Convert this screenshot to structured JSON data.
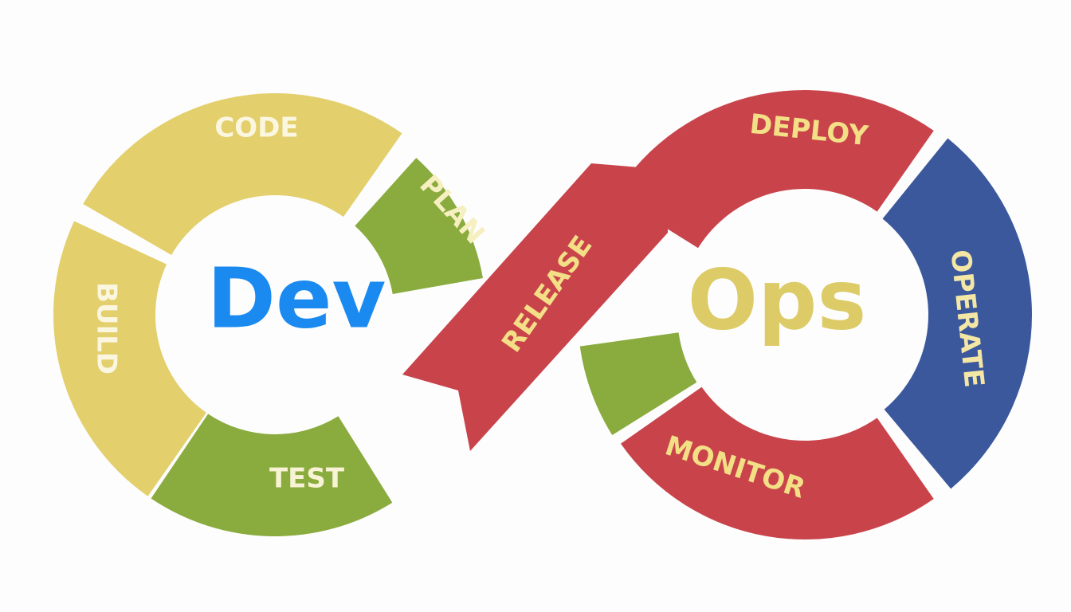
{
  "center_left": {
    "text": "Dev",
    "color": "#1a8af0"
  },
  "center_right": {
    "text": "Ops",
    "color": "#dccb66"
  },
  "segments": {
    "code": {
      "label": "CODE",
      "color": "#e3cf6c",
      "text_color": "#fbf6e0"
    },
    "plan": {
      "label": "PLAN",
      "color": "#8aab3e",
      "text_color": "#f6efc0"
    },
    "build": {
      "label": "BUILD",
      "color": "#e3cf6c",
      "text_color": "#fbf6e0"
    },
    "test": {
      "label": "TEST",
      "color": "#8aab3e",
      "text_color": "#f8f3d4"
    },
    "release": {
      "label": "RELEASE",
      "color": "#c9434b",
      "text_color": "#f3df86"
    },
    "deploy": {
      "label": "DEPLOY",
      "color": "#c9434b",
      "text_color": "#f3df86"
    },
    "operate": {
      "label": "OPERATE",
      "color": "#3b589c",
      "text_color": "#f4e6a4"
    },
    "monitor": {
      "label": "MONITOR",
      "color": "#c9434b",
      "text_color": "#f3df86"
    },
    "feedback": {
      "color": "#8aab3e"
    }
  }
}
